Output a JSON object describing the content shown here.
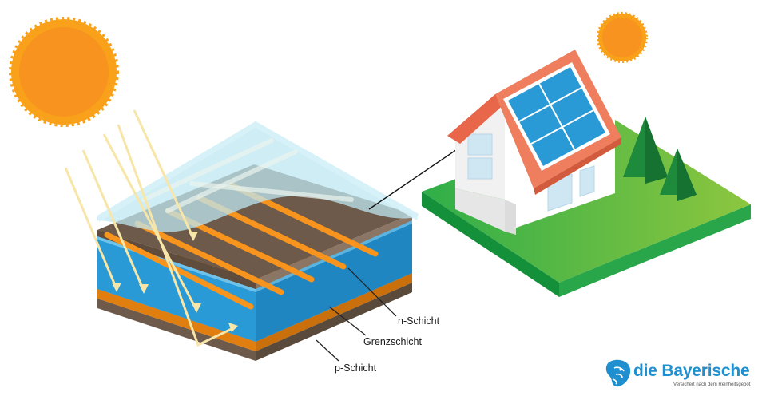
{
  "labels": {
    "n_layer": "n-Schicht",
    "junction": "Grenzschicht",
    "p_layer": "p-Schicht"
  },
  "brand": {
    "name": "die Bayerische",
    "tagline": "Versichert nach dem Reinheitsgebot"
  },
  "icons": {
    "logo": "lion-head-icon",
    "sun": "sun-icon",
    "house": "house-icon",
    "trees": "tree-icon"
  },
  "colors": {
    "sun": "#f9a11b",
    "solar_blue": "#2a9ad6",
    "cell_brown": "#6e5a4a",
    "contact_orange": "#f7941d",
    "glass": "#bfe7f2",
    "grass": "#3fb34a",
    "roof": "#e8674a",
    "brand_blue": "#1f8fd0"
  }
}
